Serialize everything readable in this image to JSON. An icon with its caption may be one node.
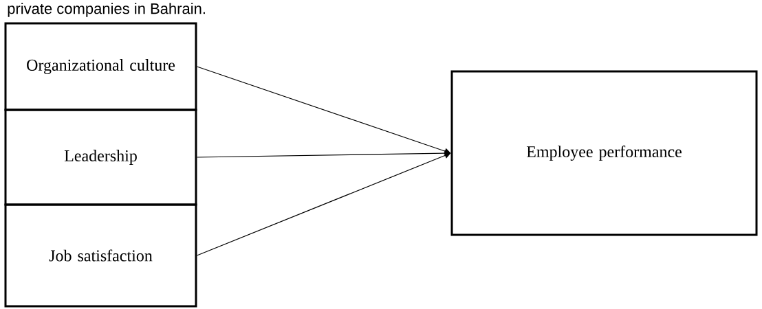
{
  "diagram": {
    "nodes": [
      {
        "text": [
          "Organizational culture"
        ]
      },
      {
        "text": [
          "Leadership"
        ]
      },
      {
        "text": [
          "Job satisfaction"
        ]
      },
      {
        "text": [
          "Employee performance"
        ]
      }
    ],
    "edges": [
      {
        "from": 0,
        "to": 3,
        "arrow": "to"
      },
      {
        "from": 1,
        "to": 3,
        "arrow": "to"
      },
      {
        "from": 2,
        "to": 3,
        "arrow": "to"
      }
    ],
    "labels": [
      "private companies in Bahrain."
    ]
  }
}
